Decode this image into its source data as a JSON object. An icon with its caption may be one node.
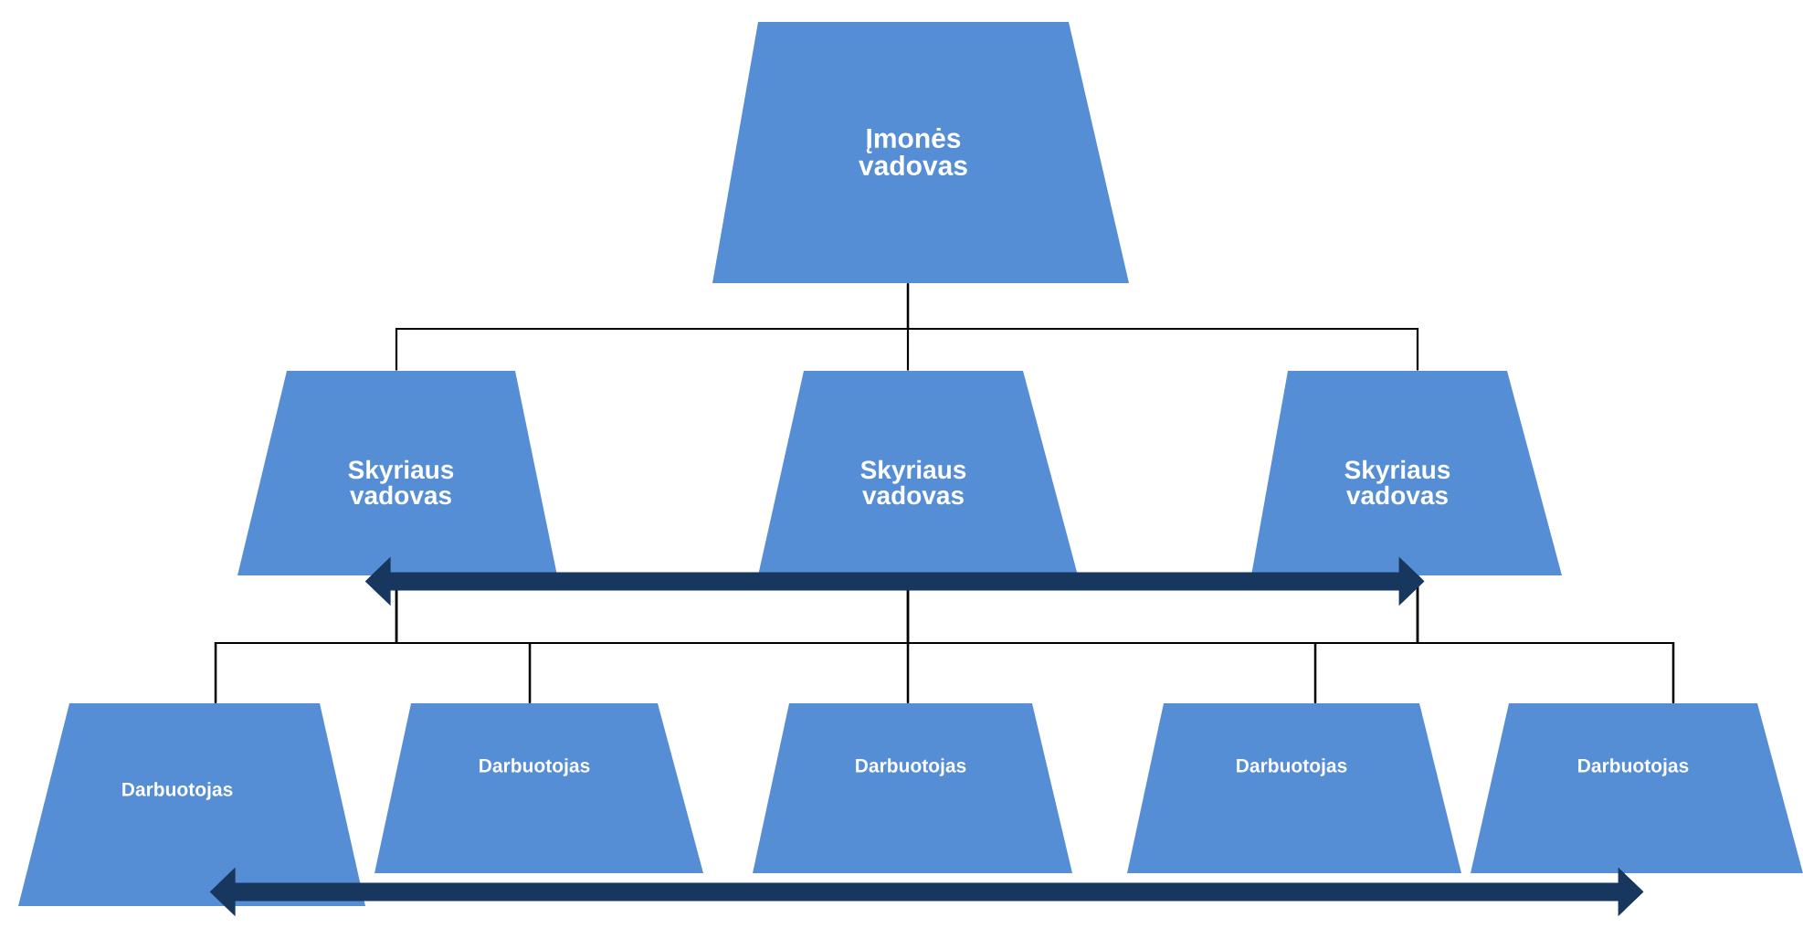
{
  "diagram": {
    "nodes": [
      {
        "text": [
          "Įmonės vadovas"
        ]
      },
      {
        "text": [
          "Skyriaus vadovas"
        ]
      },
      {
        "text": [
          "Skyriaus vadovas"
        ]
      },
      {
        "text": [
          "Skyriaus vadovas"
        ]
      },
      {
        "text": [
          "Darbuotojas"
        ]
      },
      {
        "text": [
          "Darbuotojas"
        ]
      },
      {
        "text": [
          "Darbuotojas"
        ]
      },
      {
        "text": [
          "Darbuotojas"
        ]
      },
      {
        "text": [
          "Darbuotojas"
        ]
      }
    ],
    "edges": [
      {
        "from": 0,
        "to": 1,
        "arrow": "none"
      },
      {
        "from": 0,
        "to": 2,
        "arrow": "none"
      },
      {
        "from": 0,
        "to": 3,
        "arrow": "none"
      },
      {
        "from": 1,
        "to": 4,
        "arrow": "none"
      },
      {
        "from": 1,
        "to": 5,
        "arrow": "none"
      },
      {
        "from": 1,
        "to": 6,
        "arrow": "none"
      },
      {
        "from": 1,
        "to": 7,
        "arrow": "none"
      },
      {
        "from": 1,
        "to": 8,
        "arrow": "none"
      },
      {
        "from": 2,
        "to": 4,
        "arrow": "none"
      },
      {
        "from": 2,
        "to": 5,
        "arrow": "none"
      },
      {
        "from": 2,
        "to": 6,
        "arrow": "none"
      },
      {
        "from": 2,
        "to": 7,
        "arrow": "none"
      },
      {
        "from": 2,
        "to": 8,
        "arrow": "none"
      },
      {
        "from": 3,
        "to": 4,
        "arrow": "none"
      },
      {
        "from": 3,
        "to": 5,
        "arrow": "none"
      },
      {
        "from": 3,
        "to": 6,
        "arrow": "none"
      },
      {
        "from": 3,
        "to": 7,
        "arrow": "none"
      },
      {
        "from": 3,
        "to": 8,
        "arrow": "none"
      },
      {
        "from": 1,
        "to": 3,
        "arrow": "both",
        "style": "thick",
        "color": "#17375e"
      },
      {
        "from": 4,
        "to": 8,
        "arrow": "both",
        "style": "thick",
        "color": "#17375e"
      }
    ]
  }
}
